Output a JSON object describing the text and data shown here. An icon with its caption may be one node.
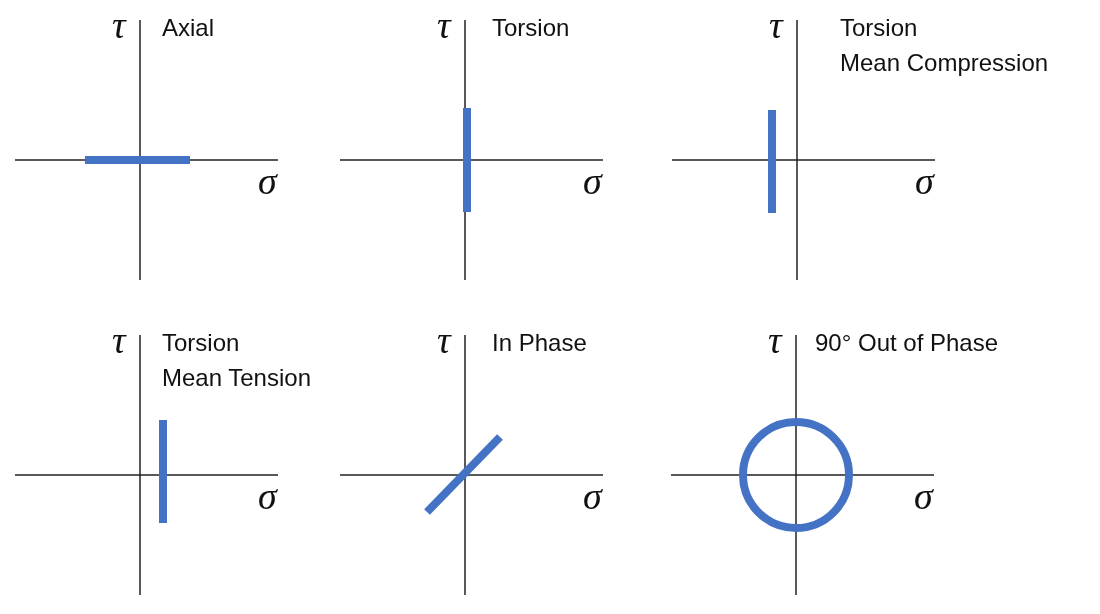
{
  "diagram": {
    "labels": [
      "τ",
      "Axial",
      "σ",
      "τ",
      "Torsion",
      "σ",
      "τ",
      "Torsion Mean Compression",
      "σ",
      "τ",
      "Torsion Mean Tension",
      "σ",
      "τ",
      "In Phase",
      "σ",
      "τ",
      "90° Out of Phase",
      "σ"
    ]
  }
}
